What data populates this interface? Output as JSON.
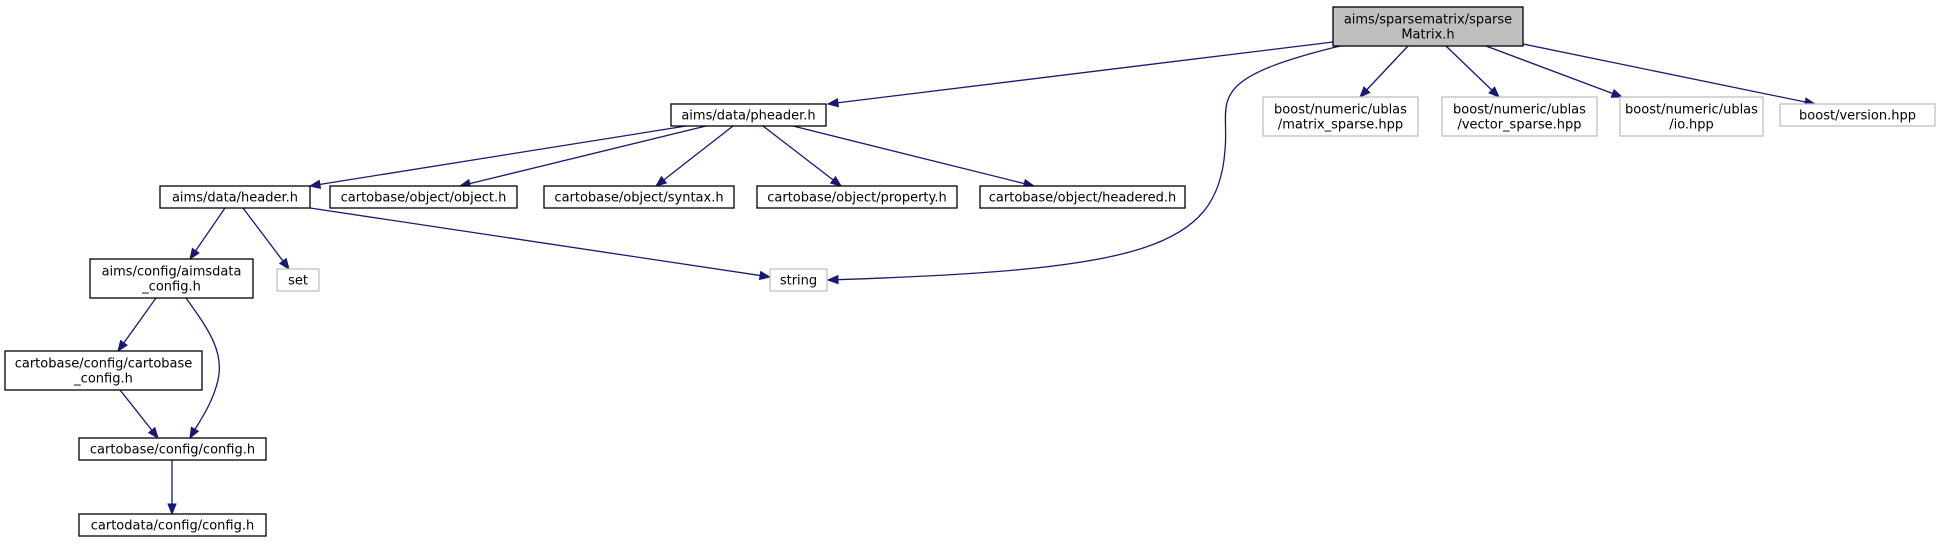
{
  "colors": {
    "edge": "#191970",
    "node_border": "#000000",
    "external_border": "#bfbfbf",
    "focus_fill": "#bfbfbf",
    "text": "#000000"
  },
  "nodes": {
    "sparse_matrix": {
      "lines": [
        "aims/sparsematrix/sparse",
        "Matrix.h"
      ],
      "style": "focus"
    },
    "pheader": {
      "lines": [
        "aims/data/pheader.h"
      ],
      "style": "normal"
    },
    "string": {
      "lines": [
        "string"
      ],
      "style": "external"
    },
    "matrix_sparse": {
      "lines": [
        "boost/numeric/ublas",
        "/matrix_sparse.hpp"
      ],
      "style": "external"
    },
    "vector_sparse": {
      "lines": [
        "boost/numeric/ublas",
        "/vector_sparse.hpp"
      ],
      "style": "external"
    },
    "io": {
      "lines": [
        "boost/numeric/ublas",
        "/io.hpp"
      ],
      "style": "external"
    },
    "version": {
      "lines": [
        "boost/version.hpp"
      ],
      "style": "external"
    },
    "header": {
      "lines": [
        "aims/data/header.h"
      ],
      "style": "normal"
    },
    "object": {
      "lines": [
        "cartobase/object/object.h"
      ],
      "style": "normal"
    },
    "syntax": {
      "lines": [
        "cartobase/object/syntax.h"
      ],
      "style": "normal"
    },
    "property": {
      "lines": [
        "cartobase/object/property.h"
      ],
      "style": "normal"
    },
    "headered": {
      "lines": [
        "cartobase/object/headered.h"
      ],
      "style": "normal"
    },
    "aimsdata_config": {
      "lines": [
        "aims/config/aimsdata",
        "_config.h"
      ],
      "style": "normal"
    },
    "set": {
      "lines": [
        "set"
      ],
      "style": "external"
    },
    "cartobase_config": {
      "lines": [
        "cartobase/config/cartobase",
        "_config.h"
      ],
      "style": "normal"
    },
    "config": {
      "lines": [
        "cartobase/config/config.h"
      ],
      "style": "normal"
    },
    "cartodata_config": {
      "lines": [
        "cartodata/config/config.h"
      ],
      "style": "normal"
    }
  },
  "edges": [
    {
      "from": "sparse_matrix",
      "to": "pheader"
    },
    {
      "from": "sparse_matrix",
      "to": "string"
    },
    {
      "from": "sparse_matrix",
      "to": "matrix_sparse"
    },
    {
      "from": "sparse_matrix",
      "to": "vector_sparse"
    },
    {
      "from": "sparse_matrix",
      "to": "io"
    },
    {
      "from": "sparse_matrix",
      "to": "version"
    },
    {
      "from": "pheader",
      "to": "header"
    },
    {
      "from": "pheader",
      "to": "object"
    },
    {
      "from": "pheader",
      "to": "syntax"
    },
    {
      "from": "pheader",
      "to": "property"
    },
    {
      "from": "pheader",
      "to": "headered"
    },
    {
      "from": "header",
      "to": "aimsdata_config"
    },
    {
      "from": "header",
      "to": "set"
    },
    {
      "from": "header",
      "to": "string"
    },
    {
      "from": "aimsdata_config",
      "to": "cartobase_config"
    },
    {
      "from": "aimsdata_config",
      "to": "config"
    },
    {
      "from": "cartobase_config",
      "to": "config"
    },
    {
      "from": "config",
      "to": "cartodata_config"
    }
  ]
}
